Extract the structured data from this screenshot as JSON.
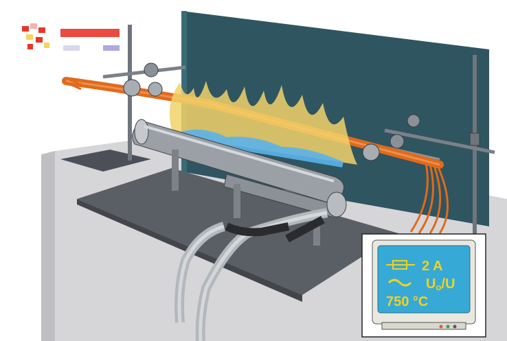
{
  "monitor": {
    "line1_value": "2 A",
    "line2_value": "U",
    "line2_sub": "o",
    "line2_rest": "/U",
    "line3_value": "750 °C",
    "brand": "",
    "screen_color": "#37a9d6",
    "text_color": "#f2d21c"
  },
  "colors": {
    "board": "#2f5560",
    "bench": "#c9c9cc",
    "floor_plate": "#5a5f66",
    "cable": "#e06a1c",
    "flame_blue": "#5ab3ea",
    "flame_yellow": "#f1d26a"
  },
  "icons": {
    "fuse": "fuse-icon",
    "ac": "tilde-icon"
  }
}
